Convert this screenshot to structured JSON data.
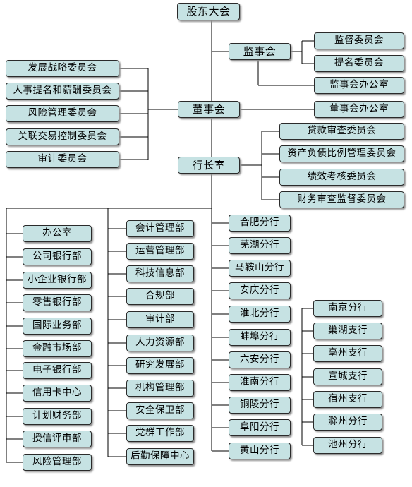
{
  "chart": {
    "title": "",
    "root": "股东大会",
    "supervisory": {
      "label": "监事会",
      "committees": [
        "监督委员会",
        "提名委员会"
      ],
      "office": "监事会办公室"
    },
    "board": {
      "label": "董事会",
      "committees": [
        "发展战略委员会",
        "人事提名和薪酬委员会",
        "风险管理委员会",
        "关联交易控制委员会",
        "审计委员会"
      ],
      "office": "董事会办公室"
    },
    "president": {
      "label": "行长室",
      "committees": [
        "贷款审查委员会",
        "资产负债比例管理委员会",
        "绩效考核委员会",
        "财务审查监督委员会"
      ]
    },
    "departments_col1": [
      "办公室",
      "公司银行部",
      "小企业银行部",
      "零售银行部",
      "国际业务部",
      "金融市场部",
      "电子银行部",
      "信用卡中心",
      "计划财务部",
      "授信评审部",
      "风险管理部"
    ],
    "departments_col2": [
      "会计管理部",
      "运营管理部",
      "科技信息部",
      "合规部",
      "审计部",
      "人力资源部",
      "研究发展部",
      "机构管理部",
      "安全保卫部",
      "党群工作部",
      "后勤保障中心"
    ],
    "branches": [
      "合肥分行",
      "芜湖分行",
      "马鞍山分行",
      "安庆分行",
      "淮北分行",
      "蚌埠分行",
      "六安分行",
      "淮南分行",
      "铜陵分行",
      "阜阳分行",
      "黄山分行"
    ],
    "branches_col2": [
      "南京分行",
      "巢湖支行",
      "亳州支行",
      "宣城支行",
      "宿州支行",
      "滁州分行",
      "池州分行"
    ]
  }
}
